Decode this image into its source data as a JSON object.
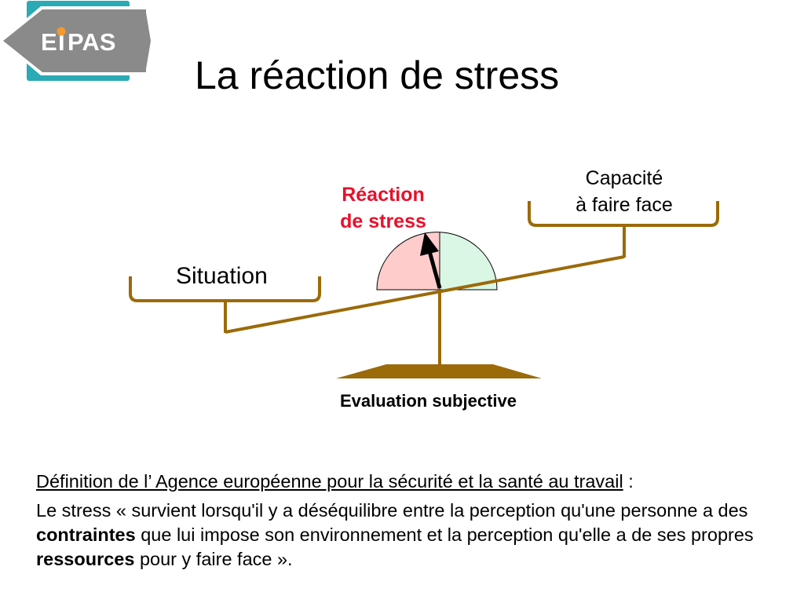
{
  "logo": {
    "text_left": "E",
    "text_i": "I",
    "text_right": "PAS",
    "tile_color": "#2aaab4",
    "diamond_color": "#8a8a8a",
    "dot_color": "#f29a2e"
  },
  "title": "La réaction de stress",
  "diagram": {
    "situation_label": "Situation",
    "capacite_line1": "Capacité",
    "capacite_line2": "à faire face",
    "reaction_line1": "Réaction",
    "reaction_line2": "de stress",
    "evaluation_label": "Evaluation subjective",
    "colors": {
      "beam": "#9b6a09",
      "reaction_text": "#e8102a",
      "gauge_left": "#ffcccc",
      "gauge_right": "#d9f7e4"
    }
  },
  "definition": {
    "heading": "Définition de l’ Agence européenne pour la sécurité et la santé au travail",
    "heading_suffix": "  :",
    "body_part1": "Le stress « survient lorsqu'il y a déséquilibre entre la perception qu'une personne a des ",
    "body_bold1": "contraintes",
    "body_part2": " que lui impose son environnement et la perception qu'elle a de ses propres ",
    "body_bold2": "ressources",
    "body_part3": " pour y faire face »."
  }
}
